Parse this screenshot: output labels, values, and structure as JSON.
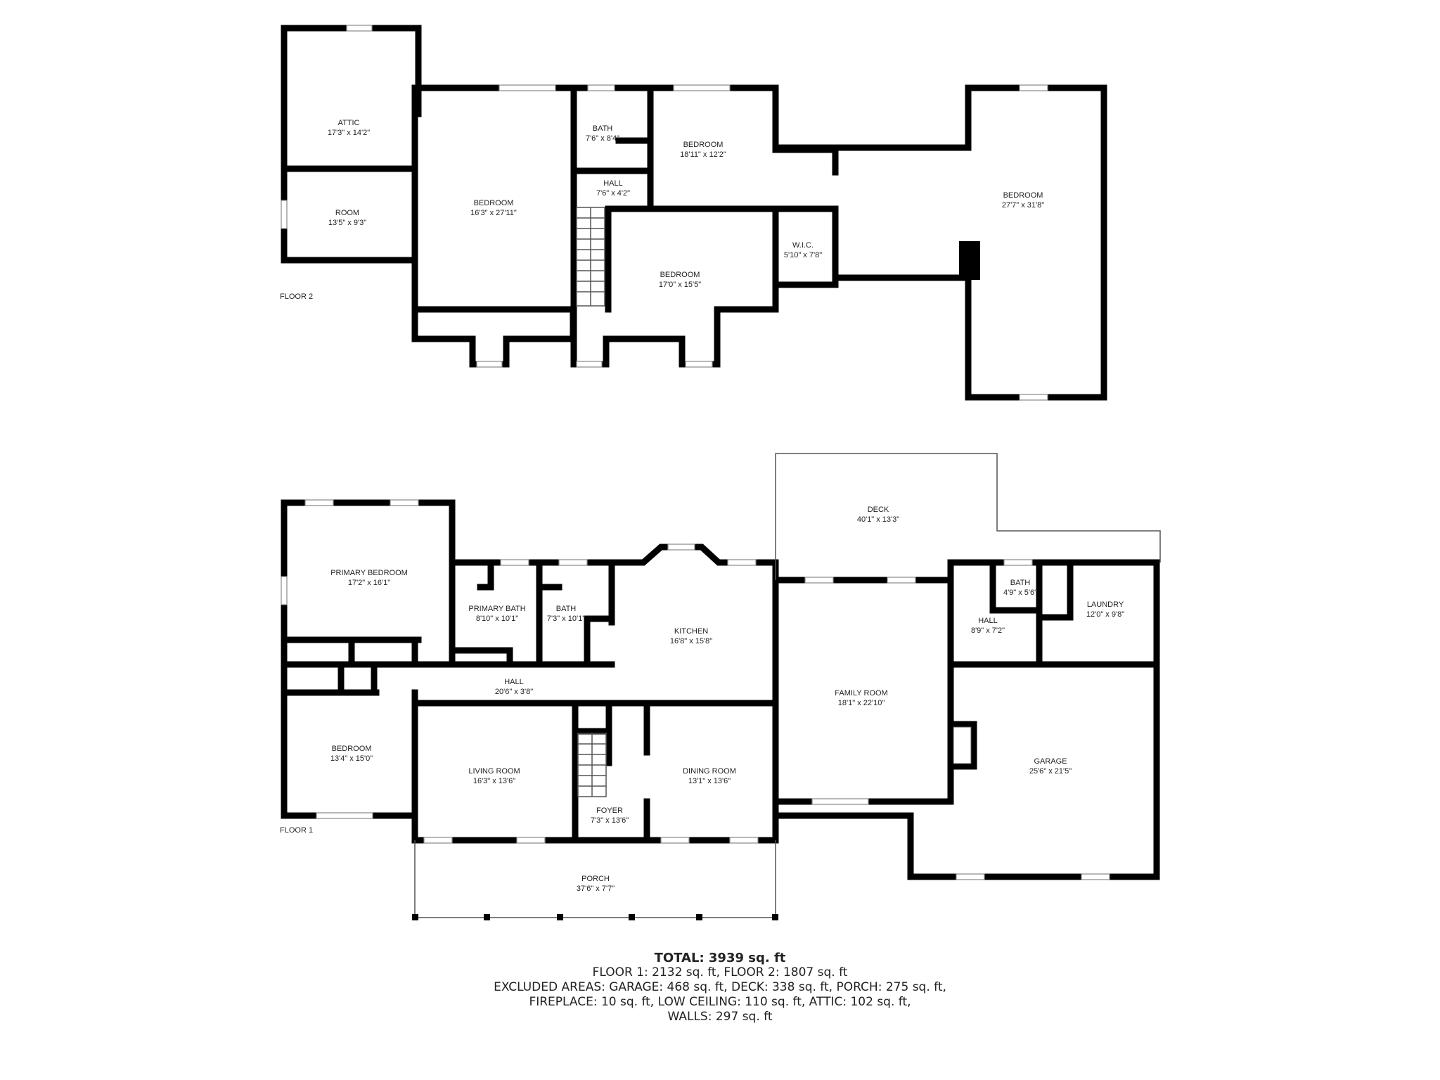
{
  "floor2": {
    "label": "FLOOR 2",
    "rooms": [
      {
        "name": "ATTIC",
        "dim": "17'3\" x 14'2\""
      },
      {
        "name": "ROOM",
        "dim": "13'5\" x 9'3\""
      },
      {
        "name": "BEDROOM",
        "dim": "16'3\" x 27'11\""
      },
      {
        "name": "BATH",
        "dim": "7'6\" x 8'4\""
      },
      {
        "name": "HALL",
        "dim": "7'6\" x 4'2\""
      },
      {
        "name": "BEDROOM",
        "dim": "18'11\" x 12'2\""
      },
      {
        "name": "BEDROOM",
        "dim": "17'0\" x 15'5\""
      },
      {
        "name": "W.I.C.",
        "dim": "5'10\" x 7'8\""
      },
      {
        "name": "BEDROOM",
        "dim": "27'7\" x 31'8\""
      }
    ]
  },
  "floor1": {
    "label": "FLOOR 1",
    "rooms": [
      {
        "name": "PRIMARY BEDROOM",
        "dim": "17'2\" x 16'1\""
      },
      {
        "name": "PRIMARY BATH",
        "dim": "8'10\" x 10'1\""
      },
      {
        "name": "BATH",
        "dim": "7'3\" x 10'1\""
      },
      {
        "name": "KITCHEN",
        "dim": "16'8\" x 15'8\""
      },
      {
        "name": "HALL",
        "dim": "20'6\" x 3'8\""
      },
      {
        "name": "BEDROOM",
        "dim": "13'4\" x 15'0\""
      },
      {
        "name": "LIVING ROOM",
        "dim": "16'3\" x 13'6\""
      },
      {
        "name": "FOYER",
        "dim": "7'3\" x 13'6\""
      },
      {
        "name": "DINING ROOM",
        "dim": "13'1\" x 13'6\""
      },
      {
        "name": "PORCH",
        "dim": "37'6\" x 7'7\""
      },
      {
        "name": "DECK",
        "dim": "40'1\" x 13'3\""
      },
      {
        "name": "FAMILY ROOM",
        "dim": "18'1\" x 22'10\""
      },
      {
        "name": "BATH",
        "dim": "4'9\" x 5'6\""
      },
      {
        "name": "HALL",
        "dim": "8'9\" x 7'2\""
      },
      {
        "name": "LAUNDRY",
        "dim": "12'0\" x 9'8\""
      },
      {
        "name": "GARAGE",
        "dim": "25'6\" x 21'5\""
      }
    ]
  },
  "summary": {
    "total": "TOTAL: 3939 sq. ft",
    "line1": "FLOOR 1: 2132 sq. ft, FLOOR 2: 1807 sq. ft",
    "line2": "EXCLUDED AREAS: GARAGE: 468 sq. ft, DECK: 338 sq. ft, PORCH: 275 sq. ft,",
    "line3": "FIREPLACE: 10 sq. ft, LOW CEILING: 110 sq. ft, ATTIC: 102 sq. ft,",
    "line4": "WALLS: 297 sq. ft"
  }
}
